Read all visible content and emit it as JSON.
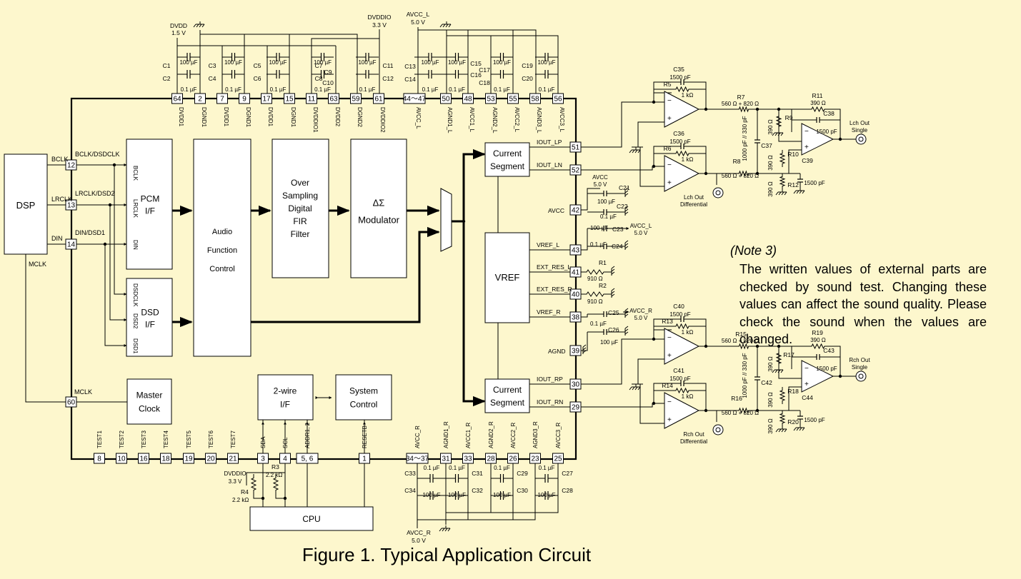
{
  "figure": {
    "caption": "Figure 1. Typical Application Circuit",
    "note_title": "(Note 3)",
    "note_text": "The written values of external parts are checked by sound test. Changing these values can affect the sound quality. Please check the sound when the values are changed."
  },
  "blocks": {
    "dsp": "DSP",
    "pcm": [
      "PCM",
      "I/F"
    ],
    "pcm_pins": [
      "BCLK",
      "LRCLK",
      "DIN"
    ],
    "dsd": [
      "DSD",
      "I/F"
    ],
    "dsd_pins": [
      "DSDCLK",
      "DSD2",
      "DSD1"
    ],
    "audio": [
      "Audio",
      "Function",
      "Control"
    ],
    "fir": [
      "Over",
      "Sampling",
      "Digital",
      "FIR",
      "Filter"
    ],
    "mod": [
      "ΔΣ",
      "Modulator"
    ],
    "cs_top": [
      "Current",
      "Segment"
    ],
    "cs_bot": [
      "Current",
      "Segment"
    ],
    "vref": "VREF",
    "master": [
      "Master",
      "Clock"
    ],
    "twowire": [
      "2-wire",
      "I/F"
    ],
    "sysctl": [
      "System",
      "Control"
    ],
    "cpu": "CPU"
  },
  "dsp_signals": {
    "bclk": "BCLK",
    "lrclk": "LRCLK",
    "din": "DIN",
    "mclk_out": "MCLK",
    "bclk_net": "BCLK/DSDCLK",
    "lrclk_net": "LRCLK/DSD2",
    "din_net": "DIN/DSD1",
    "mclk_pin": "MCLK"
  },
  "supplies": {
    "dvdd": [
      "DVDD",
      "1.5 V"
    ],
    "dvddio": [
      "DVDDIO",
      "3.3 V"
    ],
    "avcc_l": [
      "AVCC_L",
      "5.0 V"
    ],
    "avcc_r": [
      "AVCC_R",
      "5.0 V"
    ],
    "avcc_right1": [
      "AVCC",
      "5.0 V"
    ],
    "avcc_l_right": [
      "AVCC_L",
      "5.0 V"
    ],
    "avcc_r_right": [
      "AVCC_R",
      "5.0 V"
    ],
    "dvddio_bot": [
      "DVDDIO",
      "3.3 V"
    ]
  },
  "top_pins": [
    {
      "num": "64",
      "name": "DVDD1"
    },
    {
      "num": "2",
      "name": "DGND1"
    },
    {
      "num": "7",
      "name": "DVDD1"
    },
    {
      "num": "9",
      "name": "DGND1"
    },
    {
      "num": "17",
      "name": "DVDD1"
    },
    {
      "num": "15",
      "name": "DGND1"
    },
    {
      "num": "11",
      "name": "DVDDIO1"
    },
    {
      "num": "63",
      "name": "DVDD2"
    },
    {
      "num": "59",
      "name": "DGND2"
    },
    {
      "num": "61",
      "name": "DVDDIO2"
    },
    {
      "num": "44～47",
      "name": "AVCC_L"
    },
    {
      "num": "50",
      "name": "AGND1_L"
    },
    {
      "num": "48",
      "name": "AVCC1_L"
    },
    {
      "num": "53",
      "name": "AGND2_L"
    },
    {
      "num": "55",
      "name": "AVCC2_L"
    },
    {
      "num": "58",
      "name": "AGND3_L"
    },
    {
      "num": "56",
      "name": "AVCC3_L"
    }
  ],
  "top_caps": [
    "C1",
    "C2",
    "C3",
    "C4",
    "C5",
    "C6",
    "C7",
    "C8",
    "C9",
    "C10",
    "C11",
    "C12",
    "C13",
    "C14",
    "C15",
    "C16",
    "C17",
    "C18",
    "C19",
    "C20"
  ],
  "bottom_caps": [
    "C33",
    "C34",
    "C31",
    "C32",
    "C29",
    "C30",
    "C27",
    "C28"
  ],
  "cap_values": {
    "big": "100 µF",
    "small": "0.1 µF"
  },
  "left_pins": [
    {
      "num": "12"
    },
    {
      "num": "13"
    },
    {
      "num": "14"
    },
    {
      "num": "60"
    }
  ],
  "right_pins": [
    {
      "num": "51",
      "name": "IOUT_LP"
    },
    {
      "num": "52",
      "name": "IOUT_LN"
    },
    {
      "num": "42",
      "name": "AVCC"
    },
    {
      "num": "43",
      "name": "VREF_L"
    },
    {
      "num": "41",
      "name": "EXT_RES_L"
    },
    {
      "num": "40",
      "name": "EXT_RES_R"
    },
    {
      "num": "38",
      "name": "VREF_R"
    },
    {
      "num": "39",
      "name": "AGND"
    },
    {
      "num": "30",
      "name": "IOUT_RP"
    },
    {
      "num": "29",
      "name": "IOUT_RN"
    }
  ],
  "bottom_pins": [
    {
      "num": "8",
      "name": "TEST1"
    },
    {
      "num": "10",
      "name": "TEST2"
    },
    {
      "num": "16",
      "name": "TEST3"
    },
    {
      "num": "18",
      "name": "TEST4"
    },
    {
      "num": "19",
      "name": "TEST5"
    },
    {
      "num": "20",
      "name": "TEST6"
    },
    {
      "num": "21",
      "name": "TEST7"
    },
    {
      "num": "3",
      "name": "SDA"
    },
    {
      "num": "4",
      "name": "SCL"
    },
    {
      "num": "5, 6",
      "name": "ADDR1, 2"
    },
    {
      "num": "1",
      "name": "RESETB"
    },
    {
      "num": "34～37",
      "name": "AVCC_R"
    },
    {
      "num": "31",
      "name": "AGND1_R"
    },
    {
      "num": "33",
      "name": "AVCC1_R"
    },
    {
      "num": "28",
      "name": "AGND2_R"
    },
    {
      "num": "26",
      "name": "AVCC2_R"
    },
    {
      "num": "23",
      "name": "AGND3_R"
    },
    {
      "num": "25",
      "name": "AVCC3_R"
    }
  ],
  "right_components": {
    "c21": "C21",
    "c22": "C22",
    "c23": "C23",
    "c24": "C24",
    "c25": "C25",
    "c26": "C26",
    "r1": "R1",
    "r2": "R2",
    "res910": "910 Ω",
    "v100": "100 µF",
    "v01": "0.1 µF"
  },
  "i2c_res": {
    "r3": "R3",
    "r3v": "2.2 kΩ",
    "r4": "R4",
    "r4v": "2.2 kΩ"
  },
  "lch": {
    "c35": "C35",
    "c35v": "1500 pF",
    "r5": "R5",
    "r5v": "1 kΩ",
    "c36": "C36",
    "c36v": "1500 pF",
    "r6": "R6",
    "r6v": "1 kΩ",
    "r7": "R7",
    "r7v": "560 Ω + 820 Ω",
    "r8": "R8",
    "r8v": "560 Ω + 820 Ω",
    "c37": "C37",
    "c37v": "1000 pF // 330 pF",
    "r11": "R11",
    "r11v": "390 Ω",
    "c38": "C38",
    "c38v": "1500 pF",
    "r9": "R9",
    "r9v": "390 Ω",
    "r10": "R10",
    "r10v": "390 Ω",
    "r12": "R12",
    "r12v": "390 Ω",
    "c39": "C39",
    "c39v": "1500 pF",
    "diff": [
      "Lch Out",
      "Differential"
    ],
    "single": [
      "Lch Out",
      "Single"
    ]
  },
  "rch": {
    "c40": "C40",
    "c40v": "1500 pF",
    "r13": "R13",
    "r13v": "1 kΩ",
    "c41": "C41",
    "c41v": "1500 pF",
    "r14": "R14",
    "r14v": "1 kΩ",
    "r15": "R15",
    "r15v": "560 Ω + 820 Ω",
    "r16": "R16",
    "r16v": "560 Ω + 820 Ω",
    "c42": "C42",
    "c42v": "1000 pF // 330 pF",
    "r19": "R19",
    "r19v": "390 Ω",
    "c43": "C43",
    "c43v": "1500 pF",
    "r17": "R17",
    "r17v": "390 Ω",
    "r18": "R18",
    "r18v": "390 Ω",
    "r20": "R20",
    "r20v": "390 Ω",
    "c44": "C44",
    "c44v": "1500 pF",
    "diff": [
      "Rch Out",
      "Differential"
    ],
    "single": [
      "Rch Out",
      "Single"
    ]
  }
}
